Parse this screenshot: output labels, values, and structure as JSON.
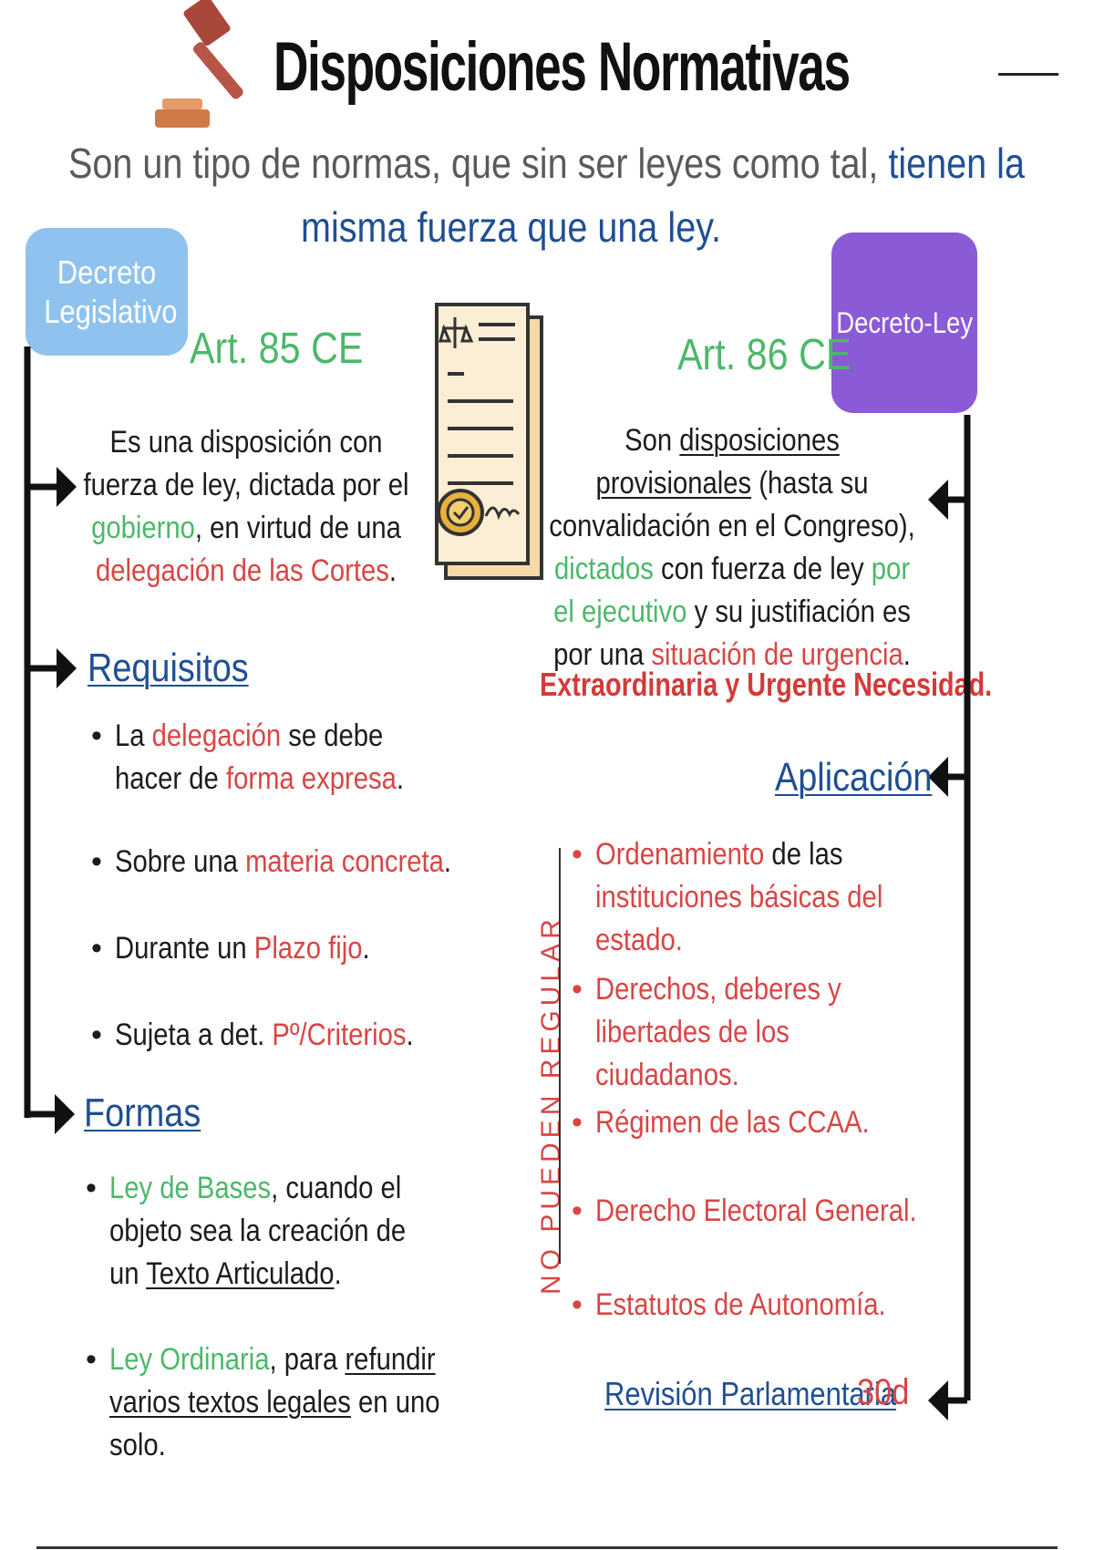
{
  "header": {
    "title": "Disposiciones Normativas",
    "intro_line1_a": "Son un tipo de normas, que sin ser leyes como tal,",
    "intro_line1_b": "tienen la",
    "intro_line2": "misma fuerza que una ley."
  },
  "left": {
    "badge": "Decreto Legislativo",
    "article": "Art. 85 CE",
    "definition": {
      "p1": "Es una disposición con fuerza de ley, dictada por el",
      "h1": "gobierno",
      "p2": ", en virtud de una",
      "h2": "delegación de las Cortes",
      "p3": "."
    },
    "requisitos_heading": "Requisitos",
    "requisitos": [
      {
        "a": "La",
        "b": "delegación",
        "c": "se debe hacer",
        "d": "de",
        "e": "forma expresa",
        "f": "."
      },
      {
        "a": "Sobre una",
        "b": "materia concreta",
        "c": "."
      },
      {
        "a": "Durante un",
        "b": "Plazo fijo",
        "c": "."
      },
      {
        "a": "Sujeta a det.",
        "b": "Pº/Criterios",
        "c": "."
      }
    ],
    "formas_heading": "Formas",
    "formas": [
      {
        "a": "Ley de Bases",
        "b": ", cuando el objeto sea la creación de un",
        "c": "Texto Articulado",
        "d": "."
      },
      {
        "a": "Ley Ordinaria",
        "b": ", para",
        "c": "refundir varios textos legales",
        "d": "en uno solo."
      }
    ]
  },
  "right": {
    "badge": "Decreto-Ley",
    "article": "Art. 86 CE",
    "definition": {
      "p1": "Son",
      "u1": "disposiciones provisionales",
      "p2": "(hasta su convalidación en el Congreso),",
      "g1": "dictados",
      "p3": "con fuerza de ley",
      "g2": "por el ejecutivo",
      "p4": "y su justifiación es por una",
      "r1": "situación de urgencia",
      "p5": "."
    },
    "emphasis": "Extraordinaria y Urgente Necesidad.",
    "aplicacion_heading": "Aplicación",
    "vertical_label": "NO PUEDEN REGULAR",
    "aplicacion": [
      {
        "a": "Ordenamiento",
        "b": "de las",
        "c": "instituciones básicas del estado."
      },
      {
        "a": "Derechos, deberes y libertades de los ciudadanos."
      },
      {
        "a": "Régimen de las CCAA."
      },
      {
        "a": "Derecho Electoral General."
      },
      {
        "a": "Estatutos de Autonomía."
      }
    ],
    "revision": "Revisión Parlamentaria",
    "revision_days": "30d"
  },
  "colors": {
    "green": "#4cb86a",
    "red": "#d94545",
    "blue": "#1f4f93",
    "badge_left": "#8fc2ee",
    "badge_right": "#8b5ad6"
  },
  "icons": [
    "gavel-icon",
    "legal-document-icon"
  ]
}
